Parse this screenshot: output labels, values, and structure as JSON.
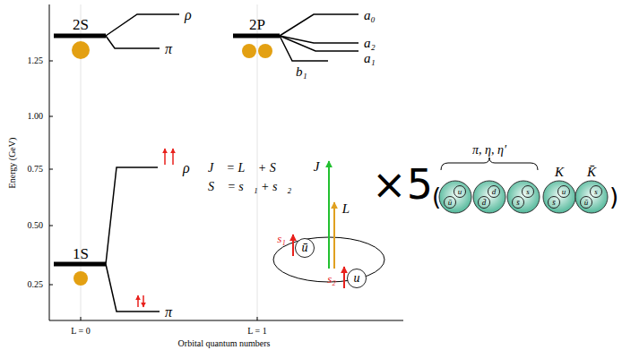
{
  "diagram": {
    "nodes": [
      {
        "text": [
          "ū"
        ]
      },
      {
        "text": [
          "u"
        ]
      },
      {
        "text": [
          "u"
        ]
      },
      {
        "text": [
          "ū"
        ]
      },
      {
        "text": [
          "d"
        ]
      },
      {
        "text": [
          "d̄"
        ]
      },
      {
        "text": [
          "s"
        ]
      },
      {
        "text": [
          "s̄"
        ]
      },
      {
        "text": [
          "u"
        ]
      },
      {
        "text": [
          "s̄"
        ]
      },
      {
        "text": [
          "s"
        ]
      },
      {
        "text": [
          "ū"
        ]
      }
    ],
    "labels": [
      "1.25",
      "1.00",
      "0.75",
      "0.50",
      "0.25",
      "Energy (GeV)",
      "L = 0",
      "L = 1",
      "Orbital quantum numbers",
      "2S",
      "ρ",
      "π",
      "2P",
      "a₀",
      "a₂",
      "a₁",
      "b₁",
      "1S",
      "ρ",
      "π",
      "J⃗ = L⃗ + S⃗",
      "S⃗ = s⃗₁ + s⃗₂",
      "J",
      "L",
      "s₁",
      "s₂",
      "×5",
      "(",
      "π, η, η′",
      "K",
      "K̄",
      ")"
    ]
  }
}
